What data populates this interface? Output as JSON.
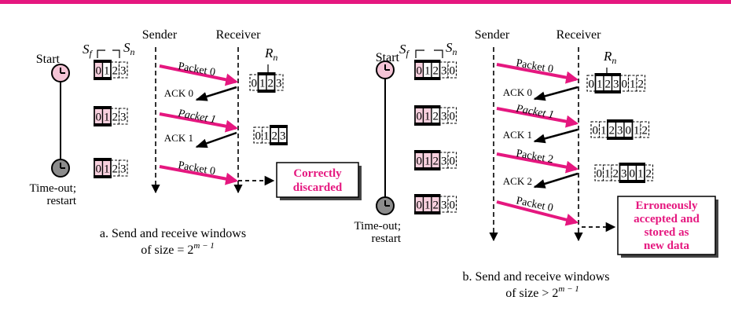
{
  "colors": {
    "accent": "#e5177f",
    "shade": "#f8d0de",
    "clock_start": "#f4c4d6",
    "clock_timeout": "#8c8c8c",
    "window_bar": "#000000"
  },
  "labels": {
    "sender": "Sender",
    "receiver": "Receiver",
    "start": "Start",
    "timeout_line1": "Time-out;",
    "timeout_line2": "restart",
    "sf": "S",
    "sf_sub": "f",
    "sn": "S",
    "sn_sub": "n",
    "rn": "R",
    "rn_sub": "n"
  },
  "panel_a": {
    "seq": [
      "0",
      "1",
      "2",
      "3"
    ],
    "packets": [
      "Packet 0",
      "Packet 1",
      "Packet 0"
    ],
    "acks": [
      "ACK 0",
      "ACK 1"
    ],
    "result": [
      "Correctly",
      "discarded"
    ],
    "caption_line1": "a. Send and receive windows",
    "caption_line2_prefix": "of size = 2",
    "caption_exp": "m − 1"
  },
  "panel_b": {
    "seq": [
      "0",
      "1",
      "2",
      "3",
      "0",
      "1",
      "2"
    ],
    "packets": [
      "Packet 0",
      "Packet 1",
      "Packet 2",
      "Packet 0"
    ],
    "acks": [
      "ACK 0",
      "ACK 1",
      "ACK 2"
    ],
    "result": [
      "Erroneously",
      "accepted and",
      "stored as",
      "new data"
    ],
    "caption_line1": "b. Send and receive windows",
    "caption_line2_prefix": "of size > 2",
    "caption_exp": "m − 1"
  }
}
